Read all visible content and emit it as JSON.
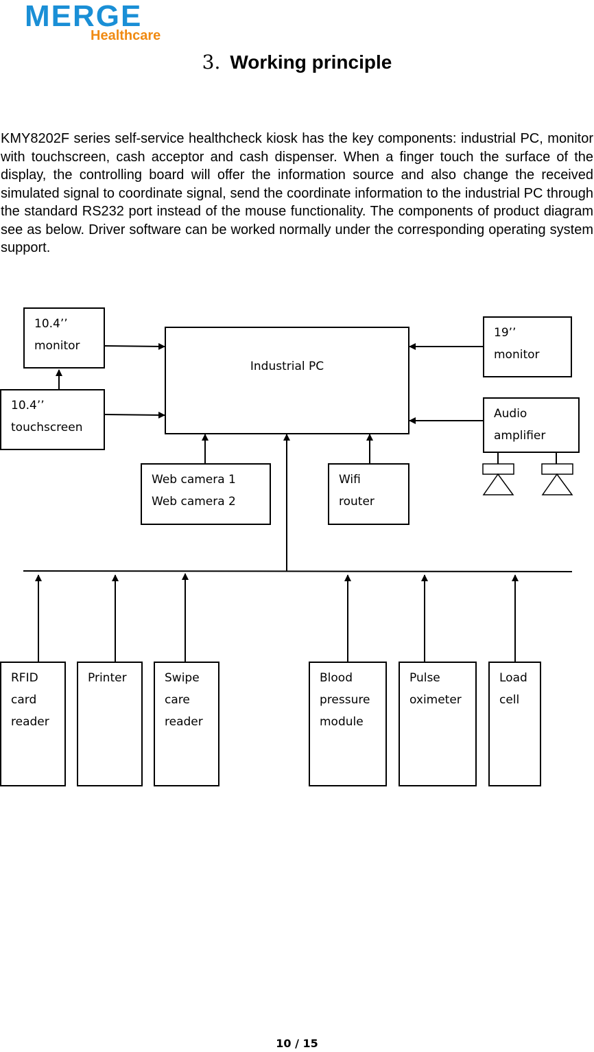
{
  "logo": {
    "brand": "MERGE",
    "sub": "Healthcare"
  },
  "heading": {
    "number": "3.",
    "title": "Working principle"
  },
  "paragraph": "KMY8202F series self-service healthcheck kiosk has the key components: industrial PC, monitor with touchscreen, cash acceptor and cash dispenser. When a finger touch the surface of the display, the controlling board will offer the information source and also change the received simulated signal to coordinate signal, send the coordinate information to the industrial PC through the standard RS232 port instead of the mouse functionality. The components of product diagram see as below. Driver software can be worked normally under the corresponding operating system support.",
  "diagram": {
    "monitor_small": "10.4’’\nmonitor",
    "touchscreen": "10.4’’\ntouchscreen",
    "industrial_pc": "Industrial PC",
    "monitor_large": "  19’’\nmonitor",
    "audio_amplifier": "Audio\namplifier",
    "web_camera": "Web camera 1\nWeb camera 2",
    "wifi_router": "Wifi\nrouter",
    "rfid": "RFID\ncard\nreader",
    "printer": "Printer",
    "swipe": "Swipe\ncare\nreader",
    "blood_pressure": "Blood\npressure\nmodule",
    "pulse_oximeter": "Pulse\noximeter",
    "load_cell": "Load\ncell"
  },
  "footer": {
    "page": "10 / 15"
  }
}
